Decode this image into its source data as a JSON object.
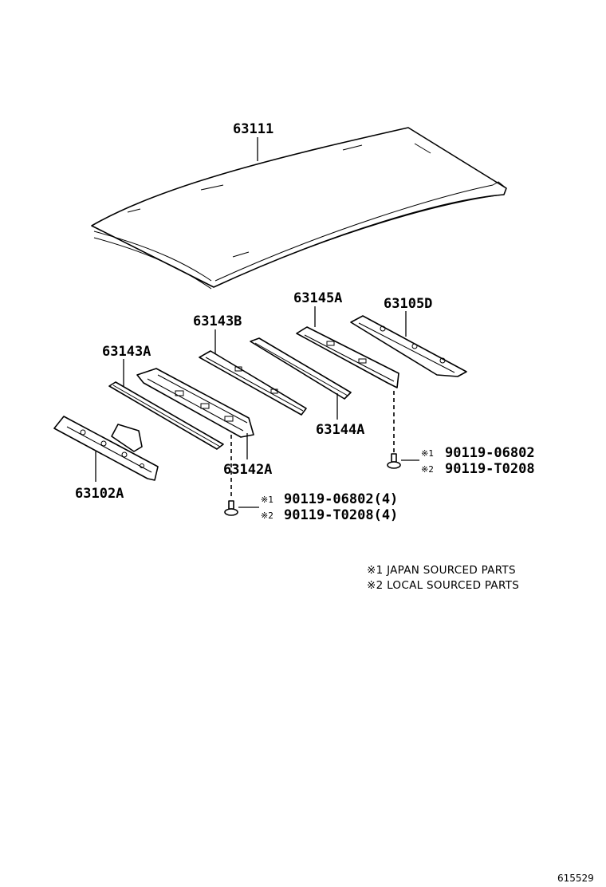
{
  "parts": {
    "roof_panel": "63111",
    "roof_bow_b": "63143B",
    "header_outer": "63145A",
    "rear_rail": "63105D",
    "roof_bow_a": "63143A",
    "reinforcement_a": "63144A",
    "front_rail": "63102A",
    "bow_panel": "63142A"
  },
  "fasteners": {
    "right": {
      "japan_mark": "※1",
      "japan_part": "90119-06802",
      "local_mark": "※2",
      "local_part": "90119-T0208"
    },
    "left": {
      "japan_mark": "※1",
      "japan_part": "90119-06802(4)",
      "local_mark": "※2",
      "local_part": "90119-T0208(4)"
    }
  },
  "legend": {
    "line1": "※1 JAPAN SOURCED PARTS",
    "line2": "※2 LOCAL SOURCED PARTS"
  },
  "catalog_number": "615529"
}
